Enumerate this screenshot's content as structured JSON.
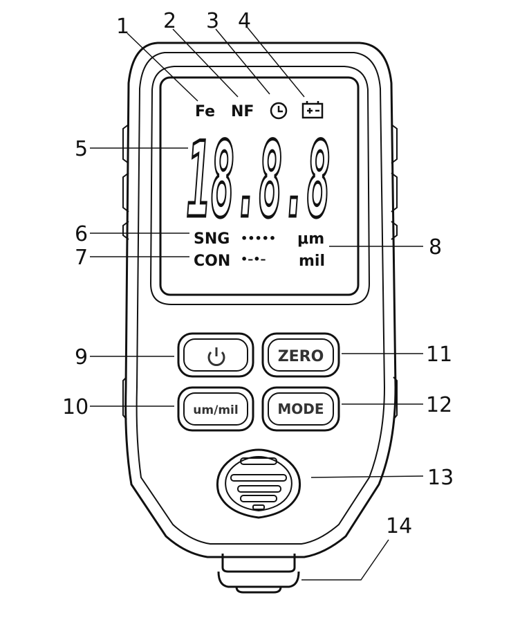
{
  "callouts": [
    "1",
    "2",
    "3",
    "4",
    "5",
    "6",
    "7",
    "8",
    "9",
    "10",
    "11",
    "12",
    "13",
    "14"
  ],
  "display": {
    "fe": "Fe",
    "nf": "NF",
    "digits": "18.8.8",
    "sng": "SNG",
    "sng_dots": "•••••",
    "con": "CON",
    "con_marks": "•–•–",
    "um": "μm",
    "mil": "mil"
  },
  "buttons": {
    "power_icon": "power-icon",
    "zero": "ZERO",
    "unit": "um/mil",
    "mode": "MODE"
  },
  "icons": {
    "clock": "clock-icon",
    "battery": "battery-icon",
    "speaker": "speaker-grille"
  }
}
